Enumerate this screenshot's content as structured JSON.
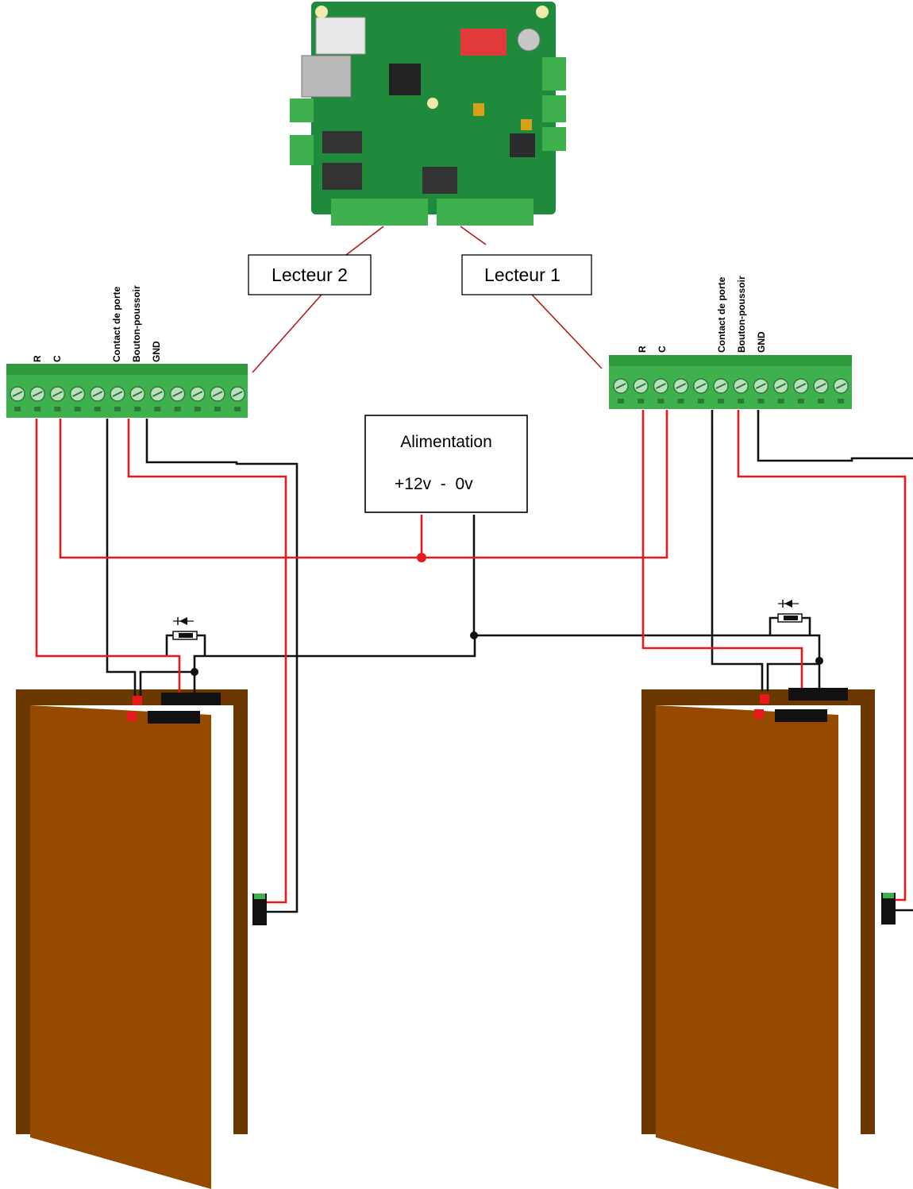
{
  "controller": {
    "name": "controller-board"
  },
  "readers": [
    {
      "label": "Lecteur 2"
    },
    {
      "label": "Lecteur 1"
    }
  ],
  "terminal_labels": {
    "relay": "R",
    "common": "C",
    "door_contact": "Contact de porte",
    "push_button": "Bouton-poussoir",
    "ground": "GND"
  },
  "power_supply": {
    "title": "Alimentation",
    "voltage": "+12v  -  0v"
  },
  "colors": {
    "wire_positive": "#e8191b",
    "wire_negative": "#111111",
    "reader_link": "#b01b1b",
    "door": "#964a00",
    "frame": "#6b3800",
    "terminal_green": "#3eb04d",
    "pcb_green": "#1f8a3b"
  }
}
